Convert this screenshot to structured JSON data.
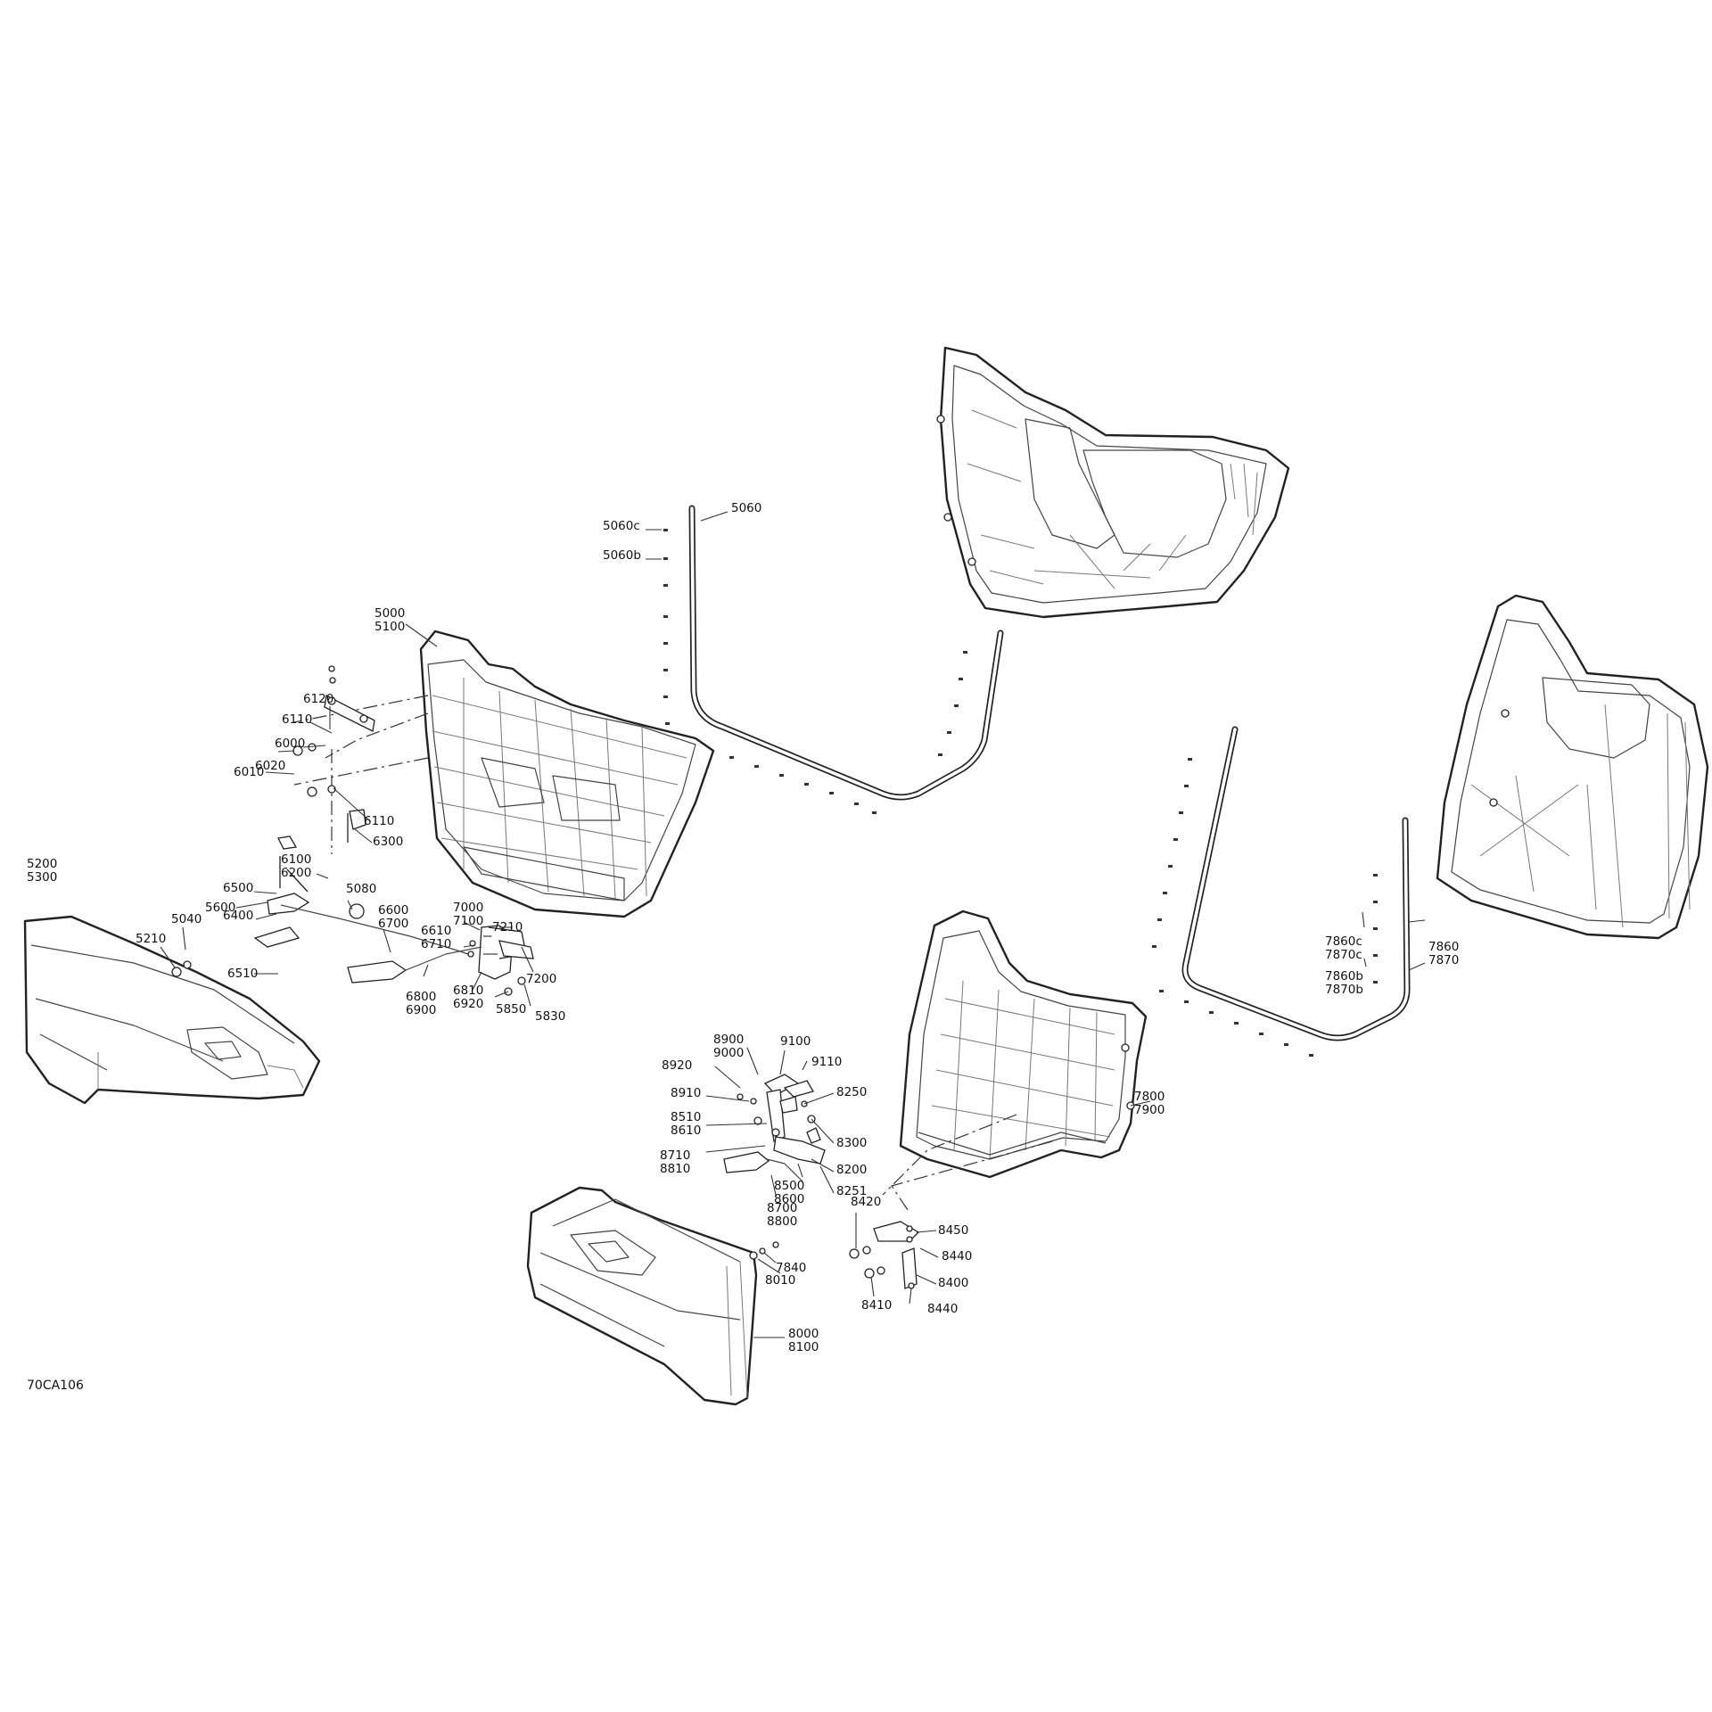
{
  "diagram": {
    "reference_code": "70CA106",
    "callouts": [
      {
        "id": "c5060",
        "lines": [
          "5060"
        ]
      },
      {
        "id": "c5060c",
        "lines": [
          "5060c"
        ]
      },
      {
        "id": "c5060b",
        "lines": [
          "5060b"
        ]
      },
      {
        "id": "c5000",
        "lines": [
          "5000",
          "5100"
        ]
      },
      {
        "id": "c6120",
        "lines": [
          "6120"
        ]
      },
      {
        "id": "c6110a",
        "lines": [
          "6110"
        ]
      },
      {
        "id": "c6000",
        "lines": [
          "6000"
        ]
      },
      {
        "id": "c6020",
        "lines": [
          "6020"
        ]
      },
      {
        "id": "c6010",
        "lines": [
          "6010"
        ]
      },
      {
        "id": "c6110b",
        "lines": [
          "6110"
        ]
      },
      {
        "id": "c6100",
        "lines": [
          "6100",
          "6200"
        ]
      },
      {
        "id": "c6300",
        "lines": [
          "6300"
        ]
      },
      {
        "id": "c6500",
        "lines": [
          "6500"
        ]
      },
      {
        "id": "c6400",
        "lines": [
          "6400"
        ]
      },
      {
        "id": "c5080",
        "lines": [
          "5080"
        ]
      },
      {
        "id": "c6600",
        "lines": [
          "6600",
          "6700"
        ]
      },
      {
        "id": "c7000",
        "lines": [
          "7000",
          "7100"
        ]
      },
      {
        "id": "c6610",
        "lines": [
          "6610",
          "6710"
        ]
      },
      {
        "id": "c7210",
        "lines": [
          "7210"
        ]
      },
      {
        "id": "c5600",
        "lines": [
          "5600"
        ]
      },
      {
        "id": "c6510",
        "lines": [
          "6510"
        ]
      },
      {
        "id": "c5200",
        "lines": [
          "5200",
          "5300"
        ]
      },
      {
        "id": "c5040",
        "lines": [
          "5040"
        ]
      },
      {
        "id": "c5210",
        "lines": [
          "5210"
        ]
      },
      {
        "id": "c7200",
        "lines": [
          "7200"
        ]
      },
      {
        "id": "c6800",
        "lines": [
          "6800",
          "6900"
        ]
      },
      {
        "id": "c6810",
        "lines": [
          "6810",
          "6920"
        ]
      },
      {
        "id": "c5850",
        "lines": [
          "5850"
        ]
      },
      {
        "id": "c5830",
        "lines": [
          "5830"
        ]
      },
      {
        "id": "c7860c",
        "lines": [
          "7860c",
          "7870c"
        ]
      },
      {
        "id": "c7860b",
        "lines": [
          "7860b",
          "7870b"
        ]
      },
      {
        "id": "c7860",
        "lines": [
          "7860",
          "7870"
        ]
      },
      {
        "id": "c7800",
        "lines": [
          "7800",
          "7900"
        ]
      },
      {
        "id": "c8900",
        "lines": [
          "8900",
          "9000"
        ]
      },
      {
        "id": "c8920",
        "lines": [
          "8920"
        ]
      },
      {
        "id": "c9100",
        "lines": [
          "9100"
        ]
      },
      {
        "id": "c9110",
        "lines": [
          "9110"
        ]
      },
      {
        "id": "c8910",
        "lines": [
          "8910"
        ]
      },
      {
        "id": "c8250",
        "lines": [
          "8250"
        ]
      },
      {
        "id": "c8510",
        "lines": [
          "8510",
          "8610"
        ]
      },
      {
        "id": "c8300",
        "lines": [
          "8300"
        ]
      },
      {
        "id": "c8710",
        "lines": [
          "8710",
          "8810"
        ]
      },
      {
        "id": "c8200",
        "lines": [
          "8200"
        ]
      },
      {
        "id": "c8251",
        "lines": [
          "8251"
        ]
      },
      {
        "id": "c8500",
        "lines": [
          "8500",
          "8600"
        ]
      },
      {
        "id": "c8700",
        "lines": [
          "8700",
          "8800"
        ]
      },
      {
        "id": "c8420",
        "lines": [
          "8420"
        ]
      },
      {
        "id": "c8450",
        "lines": [
          "8450"
        ]
      },
      {
        "id": "c8440a",
        "lines": [
          "8440"
        ]
      },
      {
        "id": "c7840",
        "lines": [
          "7840"
        ]
      },
      {
        "id": "c8010",
        "lines": [
          "8010"
        ]
      },
      {
        "id": "c8400",
        "lines": [
          "8400"
        ]
      },
      {
        "id": "c8410",
        "lines": [
          "8410"
        ]
      },
      {
        "id": "c8440b",
        "lines": [
          "8440"
        ]
      },
      {
        "id": "c8000",
        "lines": [
          "8000",
          "8100"
        ]
      }
    ]
  }
}
